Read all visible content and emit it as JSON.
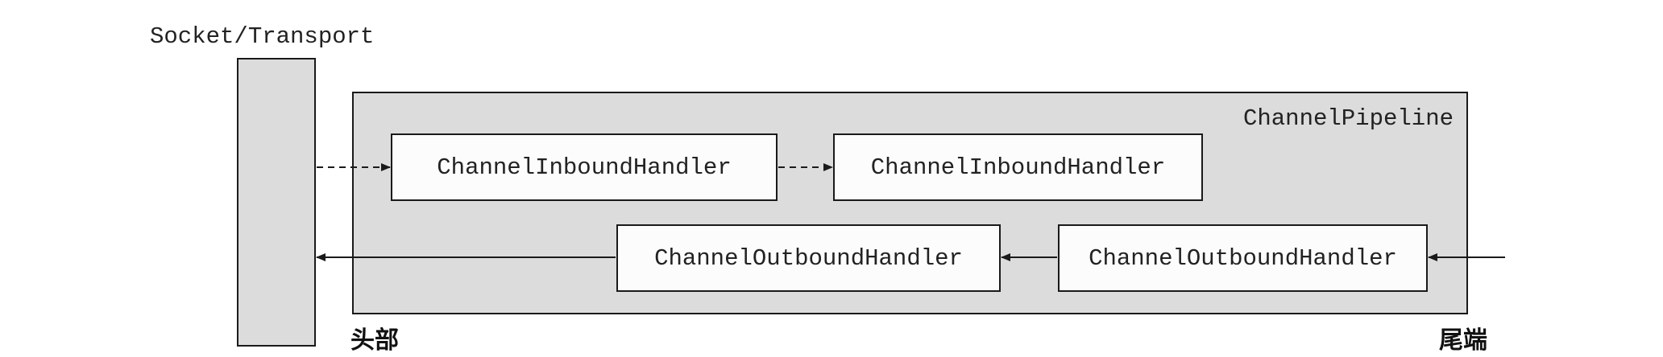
{
  "socket": {
    "label": "Socket/Transport"
  },
  "pipeline": {
    "label": "ChannelPipeline"
  },
  "handlers": {
    "inbound_1": "ChannelInboundHandler",
    "inbound_2": "ChannelInboundHandler",
    "outbound_1": "ChannelOutboundHandler",
    "outbound_2": "ChannelOutboundHandler"
  },
  "ends": {
    "head": "头部",
    "tail": "尾端"
  },
  "colors": {
    "container_fill": "#dcdcdc",
    "handler_fill": "#fcfcfc",
    "stroke": "#1a1a1a"
  }
}
